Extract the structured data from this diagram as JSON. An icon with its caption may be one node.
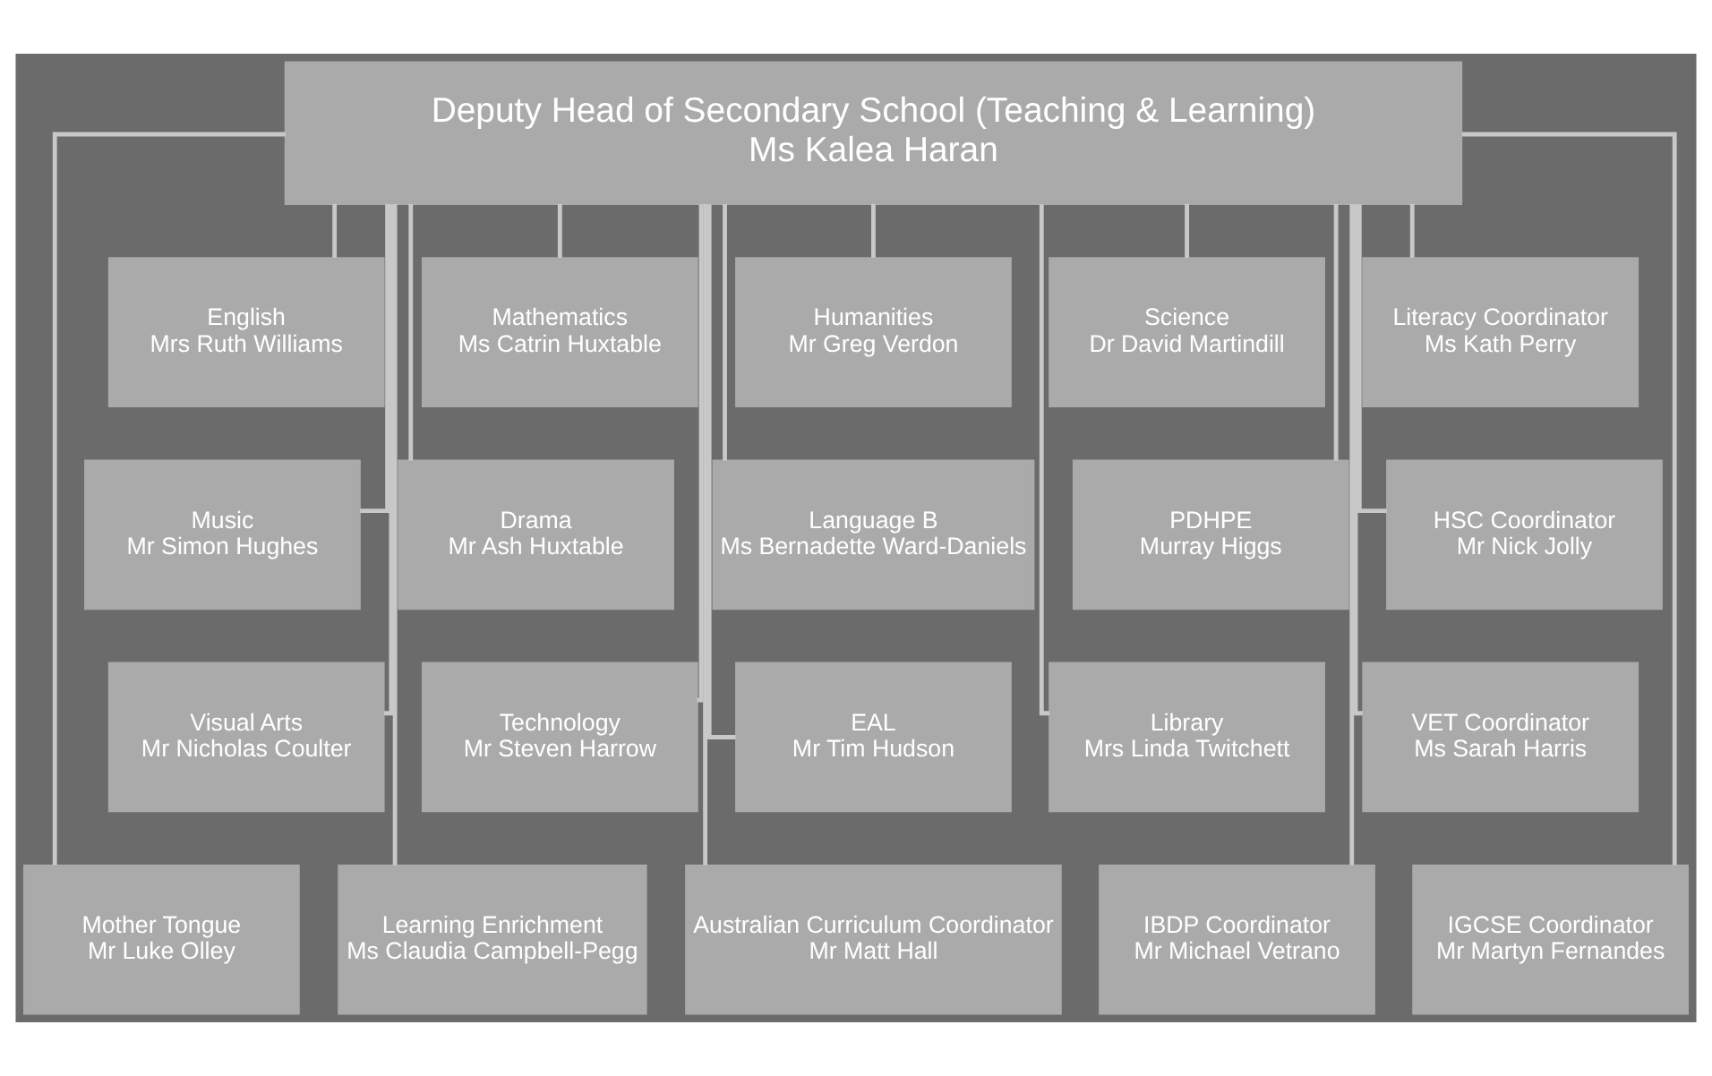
{
  "diagram": {
    "nodes": [
      {
        "text": [
          "Deputy Head of Secondary School (Teaching & Learning)",
          "Ms Kalea Haran"
        ]
      },
      {
        "text": [
          "English",
          "Mrs Ruth Williams"
        ]
      },
      {
        "text": [
          "Mathematics",
          "Ms Catrin Huxtable"
        ]
      },
      {
        "text": [
          "Humanities",
          "Mr Greg Verdon"
        ]
      },
      {
        "text": [
          "Science",
          "Dr David Martindill"
        ]
      },
      {
        "text": [
          "Literacy Coordinator",
          "Ms Kath Perry"
        ]
      },
      {
        "text": [
          "Music",
          "Mr Simon Hughes"
        ]
      },
      {
        "text": [
          "Drama",
          "Mr Ash Huxtable"
        ]
      },
      {
        "text": [
          "Language B",
          "Ms Bernadette Ward-Daniels"
        ]
      },
      {
        "text": [
          "PDHPE",
          "Murray Higgs"
        ]
      },
      {
        "text": [
          "HSC Coordinator",
          "Mr Nick Jolly"
        ]
      },
      {
        "text": [
          "Visual Arts",
          "Mr Nicholas Coulter"
        ]
      },
      {
        "text": [
          "Technology",
          "Mr Steven Harrow"
        ]
      },
      {
        "text": [
          "EAL",
          "Mr Tim Hudson"
        ]
      },
      {
        "text": [
          "Library",
          "Mrs Linda Twitchett"
        ]
      },
      {
        "text": [
          "VET Coordinator",
          "Ms Sarah Harris"
        ]
      },
      {
        "text": [
          "Mother Tongue",
          "Mr Luke Olley"
        ]
      },
      {
        "text": [
          "Learning Enrichment",
          "Ms Claudia Campbell-Pegg"
        ]
      },
      {
        "text": [
          "Australian Curriculum Coordinator",
          "Mr Matt Hall"
        ]
      },
      {
        "text": [
          "IBDP Coordinator",
          "Mr Michael Vetrano"
        ]
      },
      {
        "text": [
          "IGCSE Coordinator",
          "Mr Martyn Fernandes"
        ]
      }
    ],
    "edges": [
      {
        "from": 0,
        "to": 1,
        "arrow": "none"
      },
      {
        "from": 0,
        "to": 2,
        "arrow": "none"
      },
      {
        "from": 0,
        "to": 3,
        "arrow": "none"
      },
      {
        "from": 0,
        "to": 4,
        "arrow": "none"
      },
      {
        "from": 0,
        "to": 5,
        "arrow": "none"
      },
      {
        "from": 0,
        "to": 6,
        "arrow": "none"
      },
      {
        "from": 0,
        "to": 7,
        "arrow": "none"
      },
      {
        "from": 0,
        "to": 8,
        "arrow": "none"
      },
      {
        "from": 0,
        "to": 9,
        "arrow": "none"
      },
      {
        "from": 0,
        "to": 10,
        "arrow": "none"
      },
      {
        "from": 0,
        "to": 11,
        "arrow": "none"
      },
      {
        "from": 0,
        "to": 12,
        "arrow": "none"
      },
      {
        "from": 0,
        "to": 13,
        "arrow": "none"
      },
      {
        "from": 0,
        "to": 14,
        "arrow": "none"
      },
      {
        "from": 0,
        "to": 15,
        "arrow": "none"
      },
      {
        "from": 0,
        "to": 16,
        "arrow": "none"
      },
      {
        "from": 0,
        "to": 17,
        "arrow": "none"
      },
      {
        "from": 0,
        "to": 18,
        "arrow": "none"
      },
      {
        "from": 0,
        "to": 19,
        "arrow": "none"
      },
      {
        "from": 0,
        "to": 20,
        "arrow": "none"
      }
    ]
  }
}
